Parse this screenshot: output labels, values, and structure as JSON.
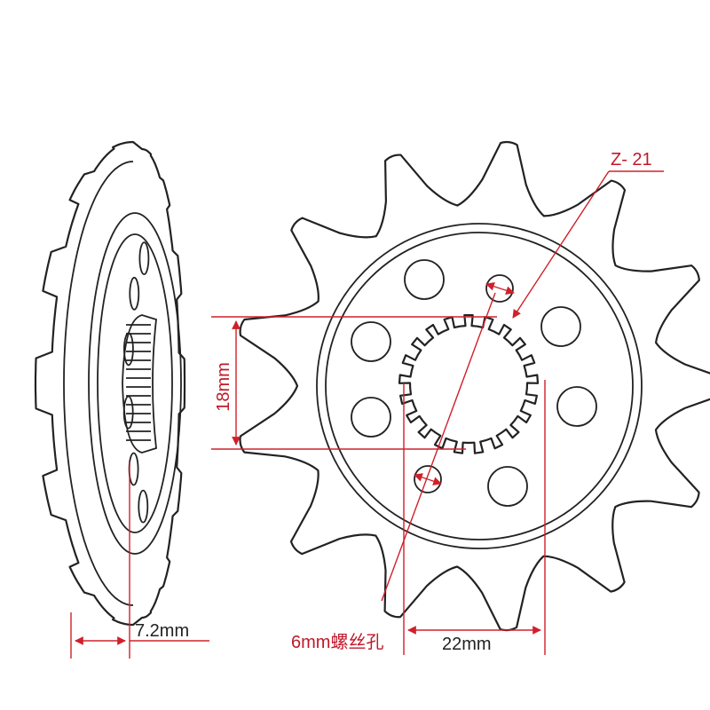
{
  "labels": {
    "tooth_count": "Z- 21",
    "bore_height": "18mm",
    "thickness": "7.2mm",
    "bolt_hole": "6mm螺丝孔",
    "spline_width": "22mm"
  },
  "sprocket": {
    "teeth": 13,
    "bolt_holes": 6,
    "threaded_holes": 2,
    "spline_teeth": 21
  },
  "colors": {
    "outline": "#222222",
    "dimension": "#d0202a"
  }
}
